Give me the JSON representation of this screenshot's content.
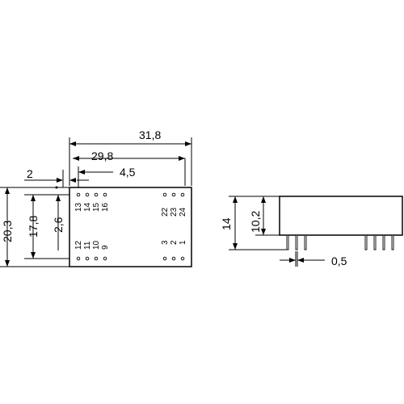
{
  "dimensions": {
    "total_length": "31,8",
    "pin_span_length": "29,8",
    "left_offset": "2",
    "pin_pitch_right": "4,5",
    "total_width": "20,3",
    "pin_row_spacing": "17,8",
    "pin_offset_vertical": "2,6",
    "height_total": "14",
    "body_height": "10,2",
    "pin_diameter": "0,5"
  },
  "pins": {
    "top_left": [
      "13",
      "14",
      "15",
      "16"
    ],
    "bottom_left": [
      "12",
      "11",
      "10",
      "9"
    ],
    "top_right": [
      "22",
      "23",
      "24"
    ],
    "bottom_right": [
      "3",
      "2",
      "1"
    ]
  }
}
